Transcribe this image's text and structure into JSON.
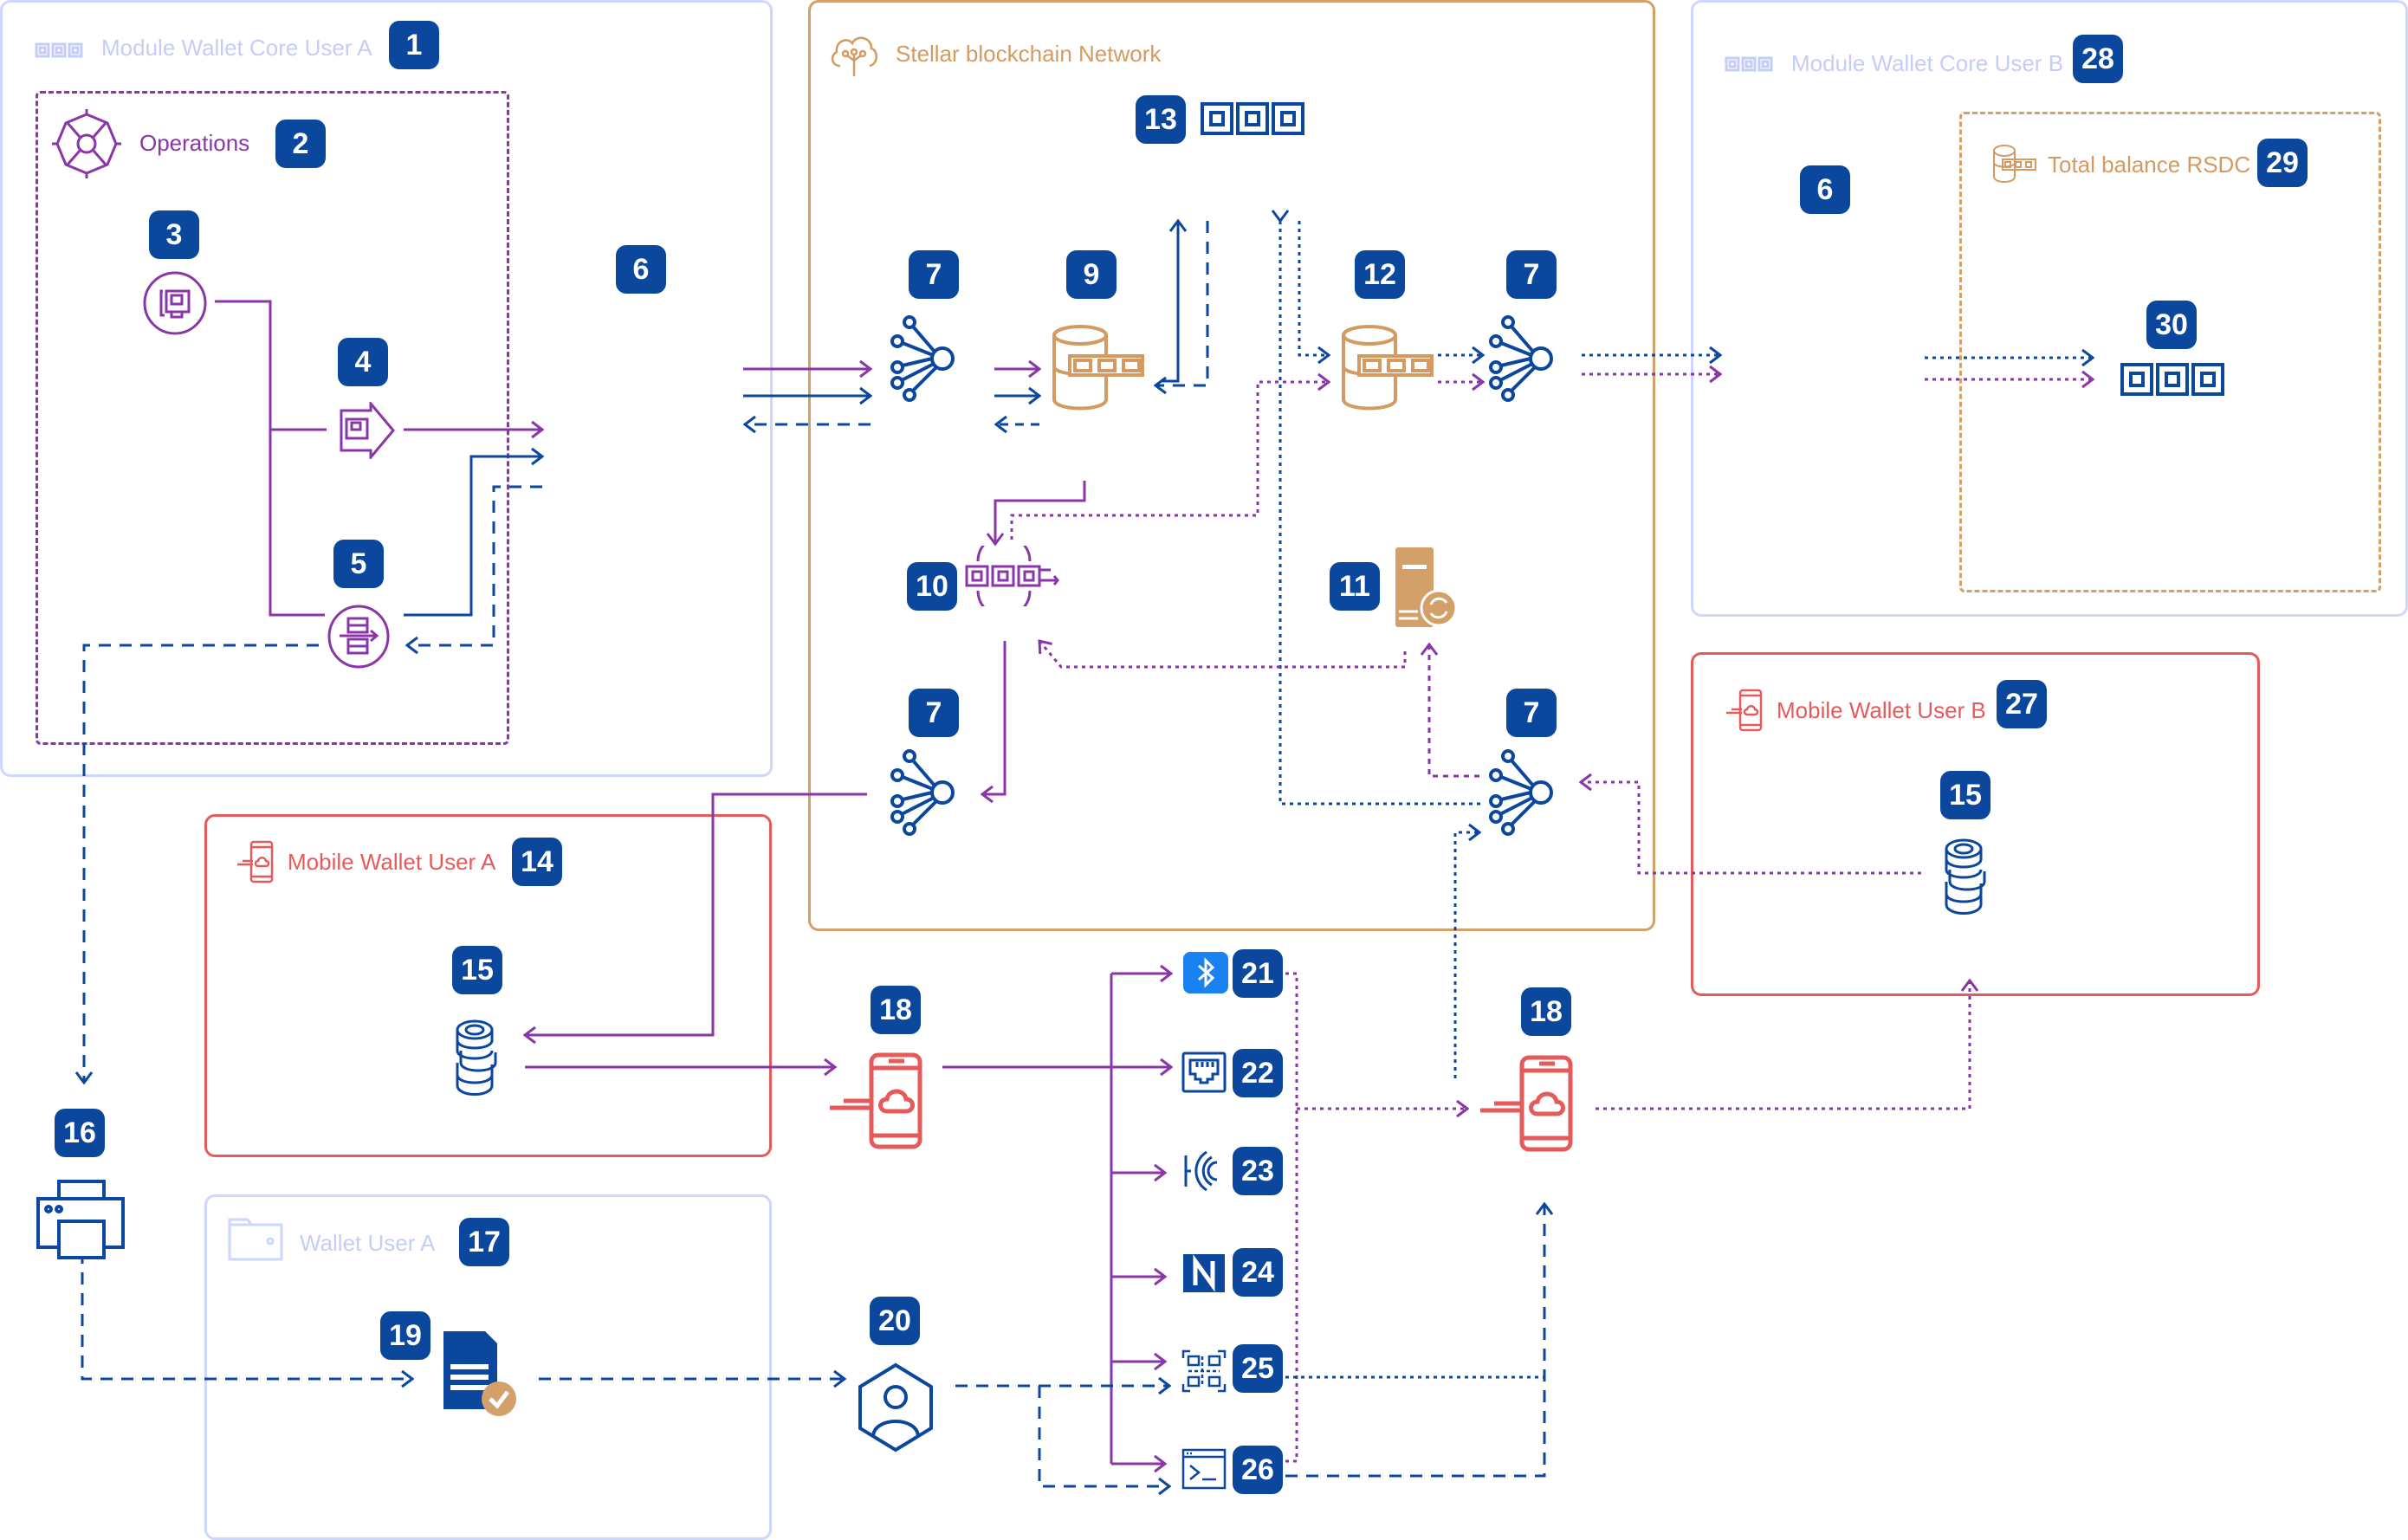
{
  "diagram": {
    "containers": {
      "module_core_a": {
        "title": "Module Wallet Core User A",
        "badge": "1"
      },
      "operations": {
        "title": "Operations",
        "badge": "2"
      },
      "stellar": {
        "title": "Stellar blockchain Network"
      },
      "module_core_b": {
        "title": "Module Wallet Core User B",
        "badge": "28"
      },
      "total_balance": {
        "title": "Total balance RSDC",
        "badge": "29"
      },
      "mobile_wallet_b": {
        "title": "Mobile Wallet User B",
        "badge": "27"
      },
      "mobile_wallet_a": {
        "title": "Mobile Wallet User A",
        "badge": "14"
      },
      "wallet_user_a": {
        "title": "Wallet User A",
        "badge": "17"
      }
    },
    "nodes": [
      {
        "id": "n3",
        "badge": "3",
        "icon": "card-circle-icon"
      },
      {
        "id": "n4",
        "badge": "4",
        "icon": "card-send-icon"
      },
      {
        "id": "n5",
        "badge": "5",
        "icon": "document-transfer-icon"
      },
      {
        "id": "n6a",
        "badge": "6",
        "icon": ""
      },
      {
        "id": "n7a",
        "badge": "7",
        "icon": "network-hub-icon"
      },
      {
        "id": "n9",
        "badge": "9",
        "icon": "blockchain-database-icon"
      },
      {
        "id": "n13",
        "badge": "13",
        "icon": "blockchain-chain-icon"
      },
      {
        "id": "n12",
        "badge": "12",
        "icon": "blockchain-database-icon"
      },
      {
        "id": "n7b",
        "badge": "7",
        "icon": "network-hub-icon"
      },
      {
        "id": "n10",
        "badge": "10",
        "icon": "blockchain-transfer-icon"
      },
      {
        "id": "n11",
        "badge": "11",
        "icon": "server-sync-icon"
      },
      {
        "id": "n7c",
        "badge": "7",
        "icon": "network-hub-icon"
      },
      {
        "id": "n7d",
        "badge": "7",
        "icon": "network-hub-icon"
      },
      {
        "id": "n6b",
        "badge": "6",
        "icon": ""
      },
      {
        "id": "n30",
        "badge": "30",
        "icon": "blockchain-chain-icon"
      },
      {
        "id": "n15b",
        "badge": "15",
        "icon": "coin-stack-icon"
      },
      {
        "id": "n15a",
        "badge": "15",
        "icon": "coin-stack-icon"
      },
      {
        "id": "n16",
        "badge": "16",
        "icon": "printer-icon"
      },
      {
        "id": "n18a",
        "badge": "18",
        "icon": "mobile-cloud-icon"
      },
      {
        "id": "n18b",
        "badge": "18",
        "icon": "mobile-cloud-icon"
      },
      {
        "id": "n19",
        "badge": "19",
        "icon": "verified-document-icon"
      },
      {
        "id": "n20",
        "badge": "20",
        "icon": "user-hexagon-icon"
      },
      {
        "id": "n21",
        "badge": "21",
        "icon": "bluetooth-icon"
      },
      {
        "id": "n22",
        "badge": "22",
        "icon": "ethernet-port-icon"
      },
      {
        "id": "n23",
        "badge": "23",
        "icon": "contactless-icon"
      },
      {
        "id": "n24",
        "badge": "24",
        "icon": "nfc-icon"
      },
      {
        "id": "n25",
        "badge": "25",
        "icon": "qr-code-icon"
      },
      {
        "id": "n26",
        "badge": "26",
        "icon": "terminal-icon"
      }
    ],
    "colors": {
      "badge": "#0b479c",
      "blue": "#0b479c",
      "purple": "#8a35a8",
      "orange": "#d4a06a",
      "red": "#e55b5b",
      "light": "#cdd6fb",
      "bluetooth": "#1a82f0"
    }
  }
}
